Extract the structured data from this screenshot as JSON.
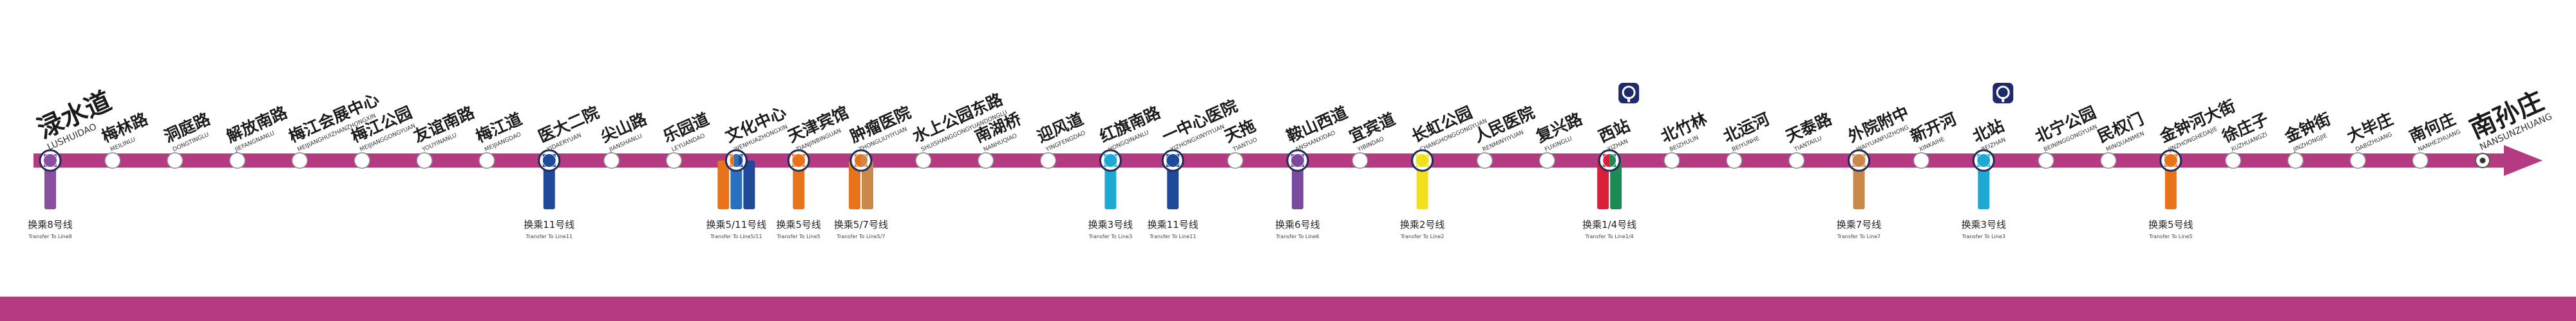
{
  "colors": {
    "line": "#b43a82",
    "L1": "#d8203b",
    "L2": "#f0e21a",
    "L3": "#1ea9d4",
    "L4": "#1b8a53",
    "L5": "#e8731b",
    "L6": "#7a4b9c",
    "L7": "#c8894a",
    "L8": "#8a4fa0",
    "L9": "#1b2e8c",
    "L10": "#2a70c0",
    "L11": "#1f4a9a"
  },
  "stations": [
    {
      "cn": "渌水道",
      "en": "LUSHUIDAO",
      "terminal": true,
      "transfer_lines": [
        "L8"
      ],
      "transfer_cn": "换乘8号线",
      "transfer_en": "Transfer To Line8"
    },
    {
      "cn": "梅林路",
      "en": "MEILINLU"
    },
    {
      "cn": "洞庭路",
      "en": "DONGTINGLU"
    },
    {
      "cn": "解放南路",
      "en": "JIEFANGNANLU"
    },
    {
      "cn": "梅江会展中心",
      "en": "MEIJIANGHUIZHANZHONGXIN"
    },
    {
      "cn": "梅江公园",
      "en": "MEIJIANGGONGYUAN"
    },
    {
      "cn": "友谊南路",
      "en": "YOUYINANLU"
    },
    {
      "cn": "梅江道",
      "en": "MEIJIANGDAO"
    },
    {
      "cn": "医大二院",
      "en": "YIDAERYUAN",
      "transfer_lines": [
        "L11"
      ],
      "transfer_cn": "换乘11号线",
      "transfer_en": "Transfer To Line11"
    },
    {
      "cn": "尖山路",
      "en": "JIANSHANLU"
    },
    {
      "cn": "乐园道",
      "en": "LEYUANDAO"
    },
    {
      "cn": "文化中心",
      "en": "WENHUAZHONGXIN",
      "transfer_lines": [
        "L5",
        "L10",
        "L11"
      ],
      "transfer_cn": "换乘5/11号线",
      "transfer_en": "Transfer To Line5/11"
    },
    {
      "cn": "天津宾馆",
      "en": "TIANJINBINGUAN",
      "transfer_lines": [
        "L5"
      ],
      "transfer_cn": "换乘5号线",
      "transfer_en": "Transfer To Line5"
    },
    {
      "cn": "肿瘤医院",
      "en": "ZHONGLIUYIYUAN",
      "transfer_lines": [
        "L5",
        "L7"
      ],
      "transfer_cn": "换乘5/7号线",
      "transfer_en": "Transfer To Line5/7"
    },
    {
      "cn": "水上公园东路",
      "en": "SHUISHANGGONGYUANDONGLU"
    },
    {
      "cn": "南湖桥",
      "en": "NANHUQIAO"
    },
    {
      "cn": "迎风道",
      "en": "YINGFENGDAO"
    },
    {
      "cn": "红旗南路",
      "en": "HONGQINANLU",
      "transfer_lines": [
        "L3"
      ],
      "transfer_cn": "换乘3号线",
      "transfer_en": "Transfer To Line3"
    },
    {
      "cn": "一中心医院",
      "en": "YIZHONGXINYIYUAN",
      "transfer_lines": [
        "L11"
      ],
      "transfer_cn": "换乘11号线",
      "transfer_en": "Transfer To Line11"
    },
    {
      "cn": "天拖",
      "en": "TIANTUO"
    },
    {
      "cn": "鞍山西道",
      "en": "ANSHANXIDAO",
      "transfer_lines": [
        "L6"
      ],
      "transfer_cn": "换乘6号线",
      "transfer_en": "Transfer To Line6"
    },
    {
      "cn": "宜宾道",
      "en": "YIBINDAO"
    },
    {
      "cn": "长虹公园",
      "en": "CHANGHONGGONGYUAN",
      "transfer_lines": [
        "L2"
      ],
      "transfer_cn": "换乘2号线",
      "transfer_en": "Transfer To Line2"
    },
    {
      "cn": "人民医院",
      "en": "RENMINYIYUAN"
    },
    {
      "cn": "复兴路",
      "en": "FUXINGLU"
    },
    {
      "cn": "西站",
      "en": "XIZHAN",
      "rail": true,
      "transfer_lines": [
        "L1",
        "L4"
      ],
      "transfer_cn": "换乘1/4号线",
      "transfer_en": "Transfer To Line1/4"
    },
    {
      "cn": "北竹林",
      "en": "BEIZHULIN"
    },
    {
      "cn": "北运河",
      "en": "BEIYUNHE"
    },
    {
      "cn": "天泰路",
      "en": "TIANTAILU"
    },
    {
      "cn": "外院附中",
      "en": "WAIYUANFUZHONG",
      "transfer_lines": [
        "L7"
      ],
      "transfer_cn": "换乘7号线",
      "transfer_en": "Transfer To Line7"
    },
    {
      "cn": "新开河",
      "en": "XINKAIHE"
    },
    {
      "cn": "北站",
      "en": "BEIZHAN",
      "rail": true,
      "transfer_lines": [
        "L3"
      ],
      "transfer_cn": "换乘3号线",
      "transfer_en": "Transfer To Line3"
    },
    {
      "cn": "北宁公园",
      "en": "BEININGGONGYUAN"
    },
    {
      "cn": "民权门",
      "en": "MINQUANMEN"
    },
    {
      "cn": "金钟河大街",
      "en": "JINZHONGHEDAJIE",
      "transfer_lines": [
        "L5"
      ],
      "transfer_cn": "换乘5号线",
      "transfer_en": "Transfer To Line5"
    },
    {
      "cn": "徐庄子",
      "en": "XUZHUANGZI"
    },
    {
      "cn": "金钟街",
      "en": "JINZHONGJIE"
    },
    {
      "cn": "大毕庄",
      "en": "DABIZHUANG"
    },
    {
      "cn": "南何庄",
      "en": "NANHEZHUANG"
    },
    {
      "cn": "南孙庄",
      "en": "NANSUNZHUANG",
      "terminal": true,
      "current": true
    }
  ]
}
